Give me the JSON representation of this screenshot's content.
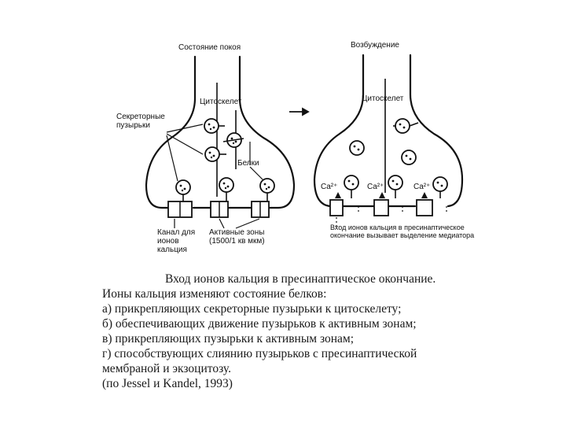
{
  "diagram": {
    "left_panel": {
      "title": "Состояние покоя",
      "cytoskeleton": "Цитоскелет",
      "vesicles_label": "Секреторные пузырьки",
      "proteins": "Белки",
      "channel_label": "Канал для ионов кальция",
      "active_zones_label": "Активные зоны (1500/1 кв мкм)"
    },
    "right_panel": {
      "title": "Возбуждение",
      "cytoskeleton": "Цитоскелет",
      "ca_labels": [
        "Ca²⁺",
        "Ca²⁺",
        "Ca²⁺"
      ],
      "entry_label": "Вход ионов кальция в пресинаптическое окончание вызывает выделение медиатора"
    }
  },
  "caption": {
    "title": "Вход ионов кальция в пресинаптическое окончание.",
    "lines": [
      "Ионы кальция изменяют состояние белков:",
      "а) прикрепляющих секреторные пузырьки к цитоскелету;",
      "б) обеспечивающих движение пузырьков к активным зонам;",
      "в) прикрепляющих пузырьки к активным зонам;",
      "г) способствующих слиянию пузырьков с пресинаптической",
      "мембраной и экзоцитозу.",
      "(по Jessel и Kandel, 1993)"
    ]
  }
}
